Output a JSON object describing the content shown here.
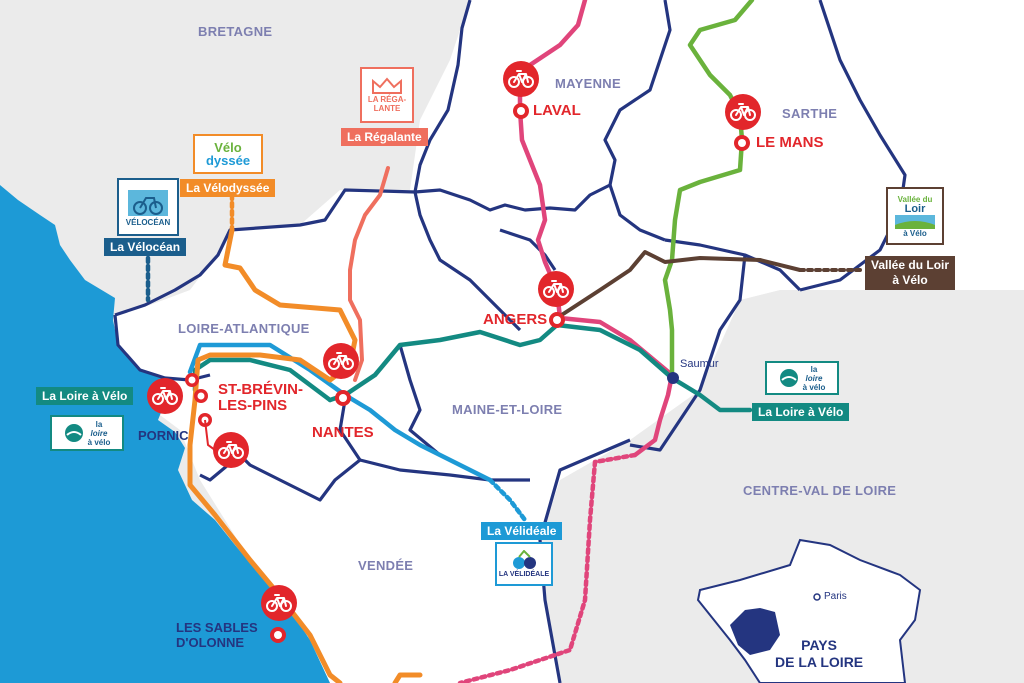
{
  "regions": {
    "bretagne": "BRETAGNE",
    "mayenne": "MAYENNE",
    "sarthe": "SARTHE",
    "loire_atlantique": "LOIRE-ATLANTIQUE",
    "maine_et_loire": "MAINE-ET-LOIRE",
    "vendee": "VENDÉE",
    "centre_val_de_loire": "CENTRE-VAL DE LOIRE"
  },
  "cities": {
    "laval": "LAVAL",
    "le_mans": "LE MANS",
    "angers": "ANGERS",
    "nantes": "NANTES",
    "st_brevin": "ST-BRÉVIN-\nLES-PINS",
    "pornic": "PORNIC",
    "les_sables": "LES SABLES\nD'OLONNE",
    "saumur": "Saumur",
    "paris": "Paris"
  },
  "routes": {
    "velodyssee": "La Vélodyssée",
    "regalante": "La Régalante",
    "velocean": "La Vélocéan",
    "loire_velo_west": "La Loire à Vélo",
    "loire_velo_east": "La Loire à Vélo",
    "velideale": "La Vélidéale",
    "vallee_loir": "Vallée du Loir\nà Vélo"
  },
  "logos": {
    "velocean": "VÉLOCÉAN",
    "velodyssee_top": "Vélo",
    "velodyssee_bottom": "dyssée",
    "regalante_top": "LA RÉGA-",
    "regalante_bottom": "LANTE",
    "velideale": "LA VÉLIDÉALE",
    "loire_velo_1": "la",
    "loire_velo_2": "loire",
    "loire_velo_3": "à vélo",
    "vallee_loir_1": "Vallée du",
    "vallee_loir_2": "Loir",
    "vallee_loir_3": "à Vélo"
  },
  "inset": {
    "region": "PAYS\nDE LA LOIRE"
  },
  "colors": {
    "ocean": "#1d9ad6",
    "border": "#243580",
    "city_red": "#e2262b",
    "velodyssee": "#f28c28",
    "regalante": "#ef6f5e",
    "velocean": "#1b5e8c",
    "loire_velo": "#138a82",
    "velideale": "#1e9ad6",
    "vallee_loir": "#5c4033",
    "pink_route": "#e0457b",
    "green_route": "#6ab23c"
  },
  "icons": [
    "bicycle-icon",
    "crown-icon",
    "city-marker-icon"
  ]
}
